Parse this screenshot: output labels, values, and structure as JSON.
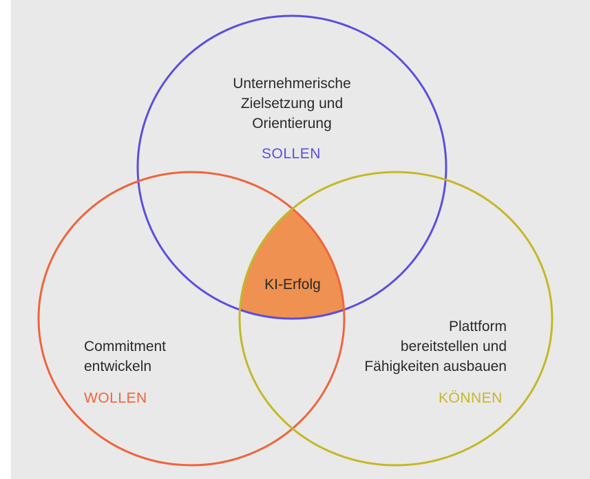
{
  "title": "KI-Erfolg Venn-Diagramm",
  "center_label": "KI-Erfolg",
  "circles": [
    {
      "id": "sollen",
      "text": "Unternehmerische\nZielsetzung und\nOrientierung",
      "tag": "SOLLEN",
      "color": "#5a4ee0"
    },
    {
      "id": "wollen",
      "text": "Commitment\nentwickeln",
      "tag": "WOLLEN",
      "color": "#f0643c"
    },
    {
      "id": "koennen",
      "text": "Plattform\nbereitstellen und\nFähigkeiten ausbauen",
      "tag": "KÖNNEN",
      "color": "#c4b828"
    }
  ],
  "center_fill": "#ef9150"
}
